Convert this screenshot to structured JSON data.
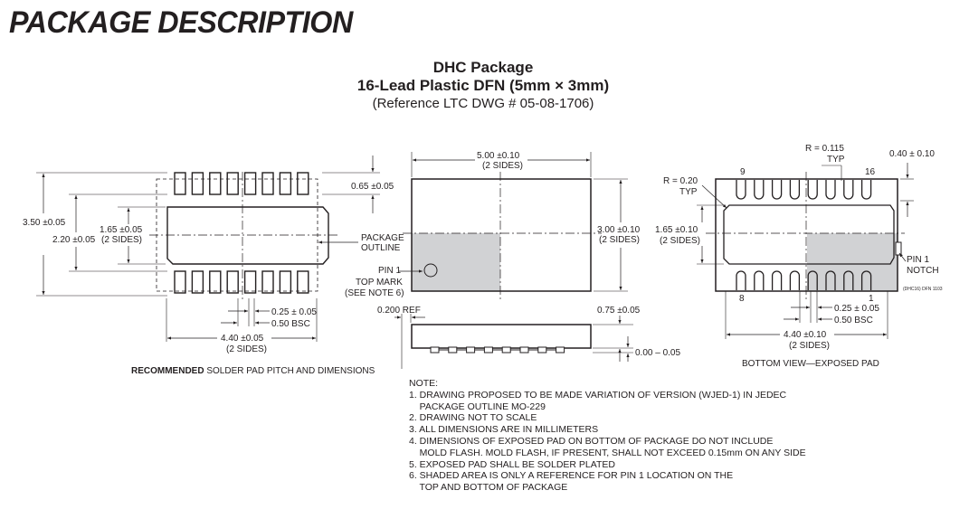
{
  "heading": "PACKAGE DESCRIPTION",
  "title": {
    "line1": "DHC Package",
    "line2": "16-Lead Plastic DFN (5mm × 3mm)",
    "line3": "(Reference LTC DWG # 05-08-1706)"
  },
  "footprint": {
    "dim_total": "3.50 ±0.05",
    "dim_pad": "2.20 ±0.05",
    "dim_exposed": "1.65 ±0.05",
    "dim_exposed_sides": "(2 SIDES)",
    "dim_pad_len": "0.65 ±0.05",
    "package_outline_1": "PACKAGE",
    "package_outline_2": "OUTLINE",
    "dim_width": "0.25 ± 0.05",
    "dim_pitch": "0.50 BSC",
    "dim_len": "4.40 ±0.05",
    "dim_len_sides": "(2 SIDES)",
    "caption_bold": "RECOMMENDED",
    "caption_rest": " SOLDER PAD PITCH AND DIMENSIONS"
  },
  "top_view": {
    "dim_len": "5.00 ±0.10",
    "dim_len_sides": "(2 SIDES)",
    "dim_wid": "3.00 ±0.10",
    "dim_wid_sides": "(2 SIDES)",
    "pin1_1": "PIN 1",
    "pin1_2": "TOP MARK",
    "pin1_3": "(SEE NOTE 6)",
    "ref": "0.200 REF",
    "height": "0.75 ±0.05",
    "standoff": "0.00 – 0.05"
  },
  "bottom_view": {
    "r_small": "R = 0.115",
    "r_small_typ": "TYP",
    "r_big": "R = 0.20",
    "r_big_typ": "TYP",
    "dim_lead": "0.40 ± 0.10",
    "pin9": "9",
    "pin16": "16",
    "pin8": "8",
    "pin1": "1",
    "dim_exposed": "1.65 ±0.10",
    "dim_exposed_sides": "(2 SIDES)",
    "notch_1": "PIN 1",
    "notch_2": "NOTCH",
    "drawing_id": "(DHC16) DFN 1103",
    "dim_width": "0.25 ± 0.05",
    "dim_pitch": "0.50 BSC",
    "dim_len": "4.40 ±0.10",
    "dim_len_sides": "(2 SIDES)",
    "caption": "BOTTOM VIEW—EXPOSED PAD"
  },
  "notes": {
    "header": "NOTE:",
    "n1a": "1. DRAWING PROPOSED TO BE MADE VARIATION OF VERSION (WJED-1) IN JEDEC",
    "n1b": "    PACKAGE OUTLINE MO-229",
    "n2": "2. DRAWING NOT TO SCALE",
    "n3": "3. ALL DIMENSIONS ARE IN MILLIMETERS",
    "n4a": "4. DIMENSIONS OF EXPOSED PAD ON BOTTOM OF PACKAGE DO NOT INCLUDE",
    "n4b": "    MOLD FLASH. MOLD FLASH, IF PRESENT, SHALL NOT EXCEED 0.15mm ON ANY SIDE",
    "n5": "5. EXPOSED PAD SHALL BE SOLDER PLATED",
    "n6a": "6. SHADED AREA IS ONLY A REFERENCE FOR PIN 1 LOCATION ON THE",
    "n6b": "    TOP AND BOTTOM OF PACKAGE"
  },
  "colors": {
    "ink": "#231f20",
    "shade": "#d1d2d4"
  }
}
